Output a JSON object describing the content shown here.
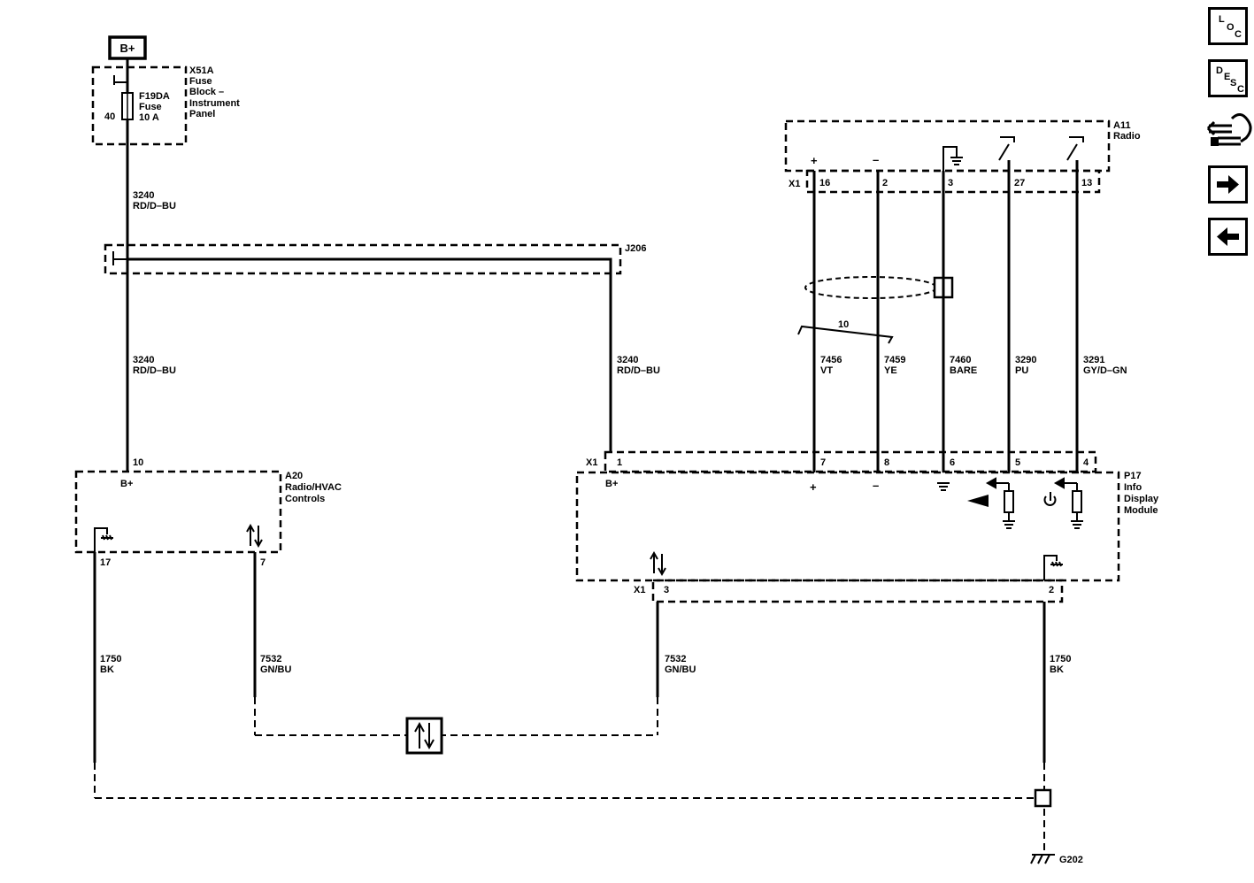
{
  "power": {
    "label": "B+"
  },
  "fuse_block": {
    "id": "X51A",
    "name_lines": [
      "Fuse",
      "Block –",
      "Instrument",
      "Panel"
    ],
    "fuse_id": "F19DA",
    "fuse_word": "Fuse",
    "fuse_rating": "10 A",
    "pin": "40"
  },
  "splice": {
    "id": "J206"
  },
  "radio": {
    "id": "A11",
    "name": "Radio",
    "connector": "X1",
    "pins": [
      "16",
      "2",
      "3",
      "27",
      "13"
    ],
    "plus": "+",
    "minus": "–"
  },
  "hvac": {
    "id": "A20",
    "name_lines": [
      "Radio/HVAC",
      "Controls"
    ],
    "pin_power": "10",
    "power_label": "B+",
    "pin_ground": "17",
    "pin_data": "7"
  },
  "display": {
    "id": "P17",
    "name_lines": [
      "Info",
      "Display",
      "Module"
    ],
    "connector_top": "X1",
    "connector_bottom": "X1",
    "top_pins": [
      "1",
      "7",
      "8",
      "6",
      "5",
      "4"
    ],
    "bottom_pins": [
      "3",
      "2"
    ],
    "power_label": "B+",
    "plus": "+",
    "minus": "–"
  },
  "twisted": {
    "label": "10"
  },
  "wires": {
    "w_fuse": {
      "circuit": "3240",
      "color": "RD/D–BU"
    },
    "w_hvac_power": {
      "circuit": "3240",
      "color": "RD/D–BU"
    },
    "w_disp_power": {
      "circuit": "3240",
      "color": "RD/D–BU"
    },
    "w_vt": {
      "circuit": "7456",
      "color": "VT"
    },
    "w_ye": {
      "circuit": "7459",
      "color": "YE"
    },
    "w_bare": {
      "circuit": "7460",
      "color": "BARE"
    },
    "w_pu": {
      "circuit": "3290",
      "color": "PU"
    },
    "w_gy": {
      "circuit": "3291",
      "color": "GY/D–GN"
    },
    "w_gnd_hvac": {
      "circuit": "1750",
      "color": "BK"
    },
    "w_data_hvac": {
      "circuit": "7532",
      "color": "GN/BU"
    },
    "w_data_disp": {
      "circuit": "7532",
      "color": "GN/BU"
    },
    "w_gnd_disp": {
      "circuit": "1750",
      "color": "BK"
    }
  },
  "ground": {
    "id": "G202"
  },
  "nav": {
    "loc": [
      "L",
      "O",
      "C"
    ],
    "desc": [
      "D",
      "E",
      "S",
      "C"
    ]
  }
}
